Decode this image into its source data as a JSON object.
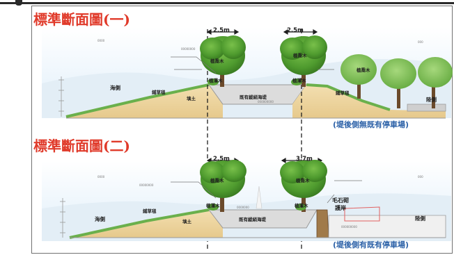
{
  "sections": [
    {
      "title": "標準斷面圖(一)",
      "note": "(堤後側無既有停車場)",
      "dims": [
        "2.5m",
        "2.5m"
      ],
      "labels": {
        "sea_side": "海側",
        "land_side": "陸側",
        "tree1": "植喬木",
        "tree2": "植喬木",
        "tree3": "植喬木",
        "shrub1": "植灌木",
        "shrub2": "植灌木",
        "turf1": "鋪草毯",
        "turf2": "鋪草毯",
        "fill": "填土",
        "road": "既有縱綃海堤"
      }
    },
    {
      "title": "標準斷面圖(二)",
      "note": "(堤後側有既有停車場)",
      "dims": [
        "2.5m",
        "3.7m"
      ],
      "labels": {
        "sea_side": "海側",
        "land_side": "陸側",
        "tree1": "植喬木",
        "tree2": "植喬木",
        "shrub1": "植灌木",
        "shrub2": "植灌木",
        "turf1": "鋪草毯",
        "fill": "填土",
        "road": "既有縱綃海堤",
        "stone1": "毛石砌",
        "stone2": "護岸"
      }
    }
  ],
  "colors": {
    "title": "#e03a2a",
    "note": "#2d62a8",
    "foliage": "#4e9a2e",
    "ground": "#efd9a6",
    "grass": "#6ab04c"
  }
}
